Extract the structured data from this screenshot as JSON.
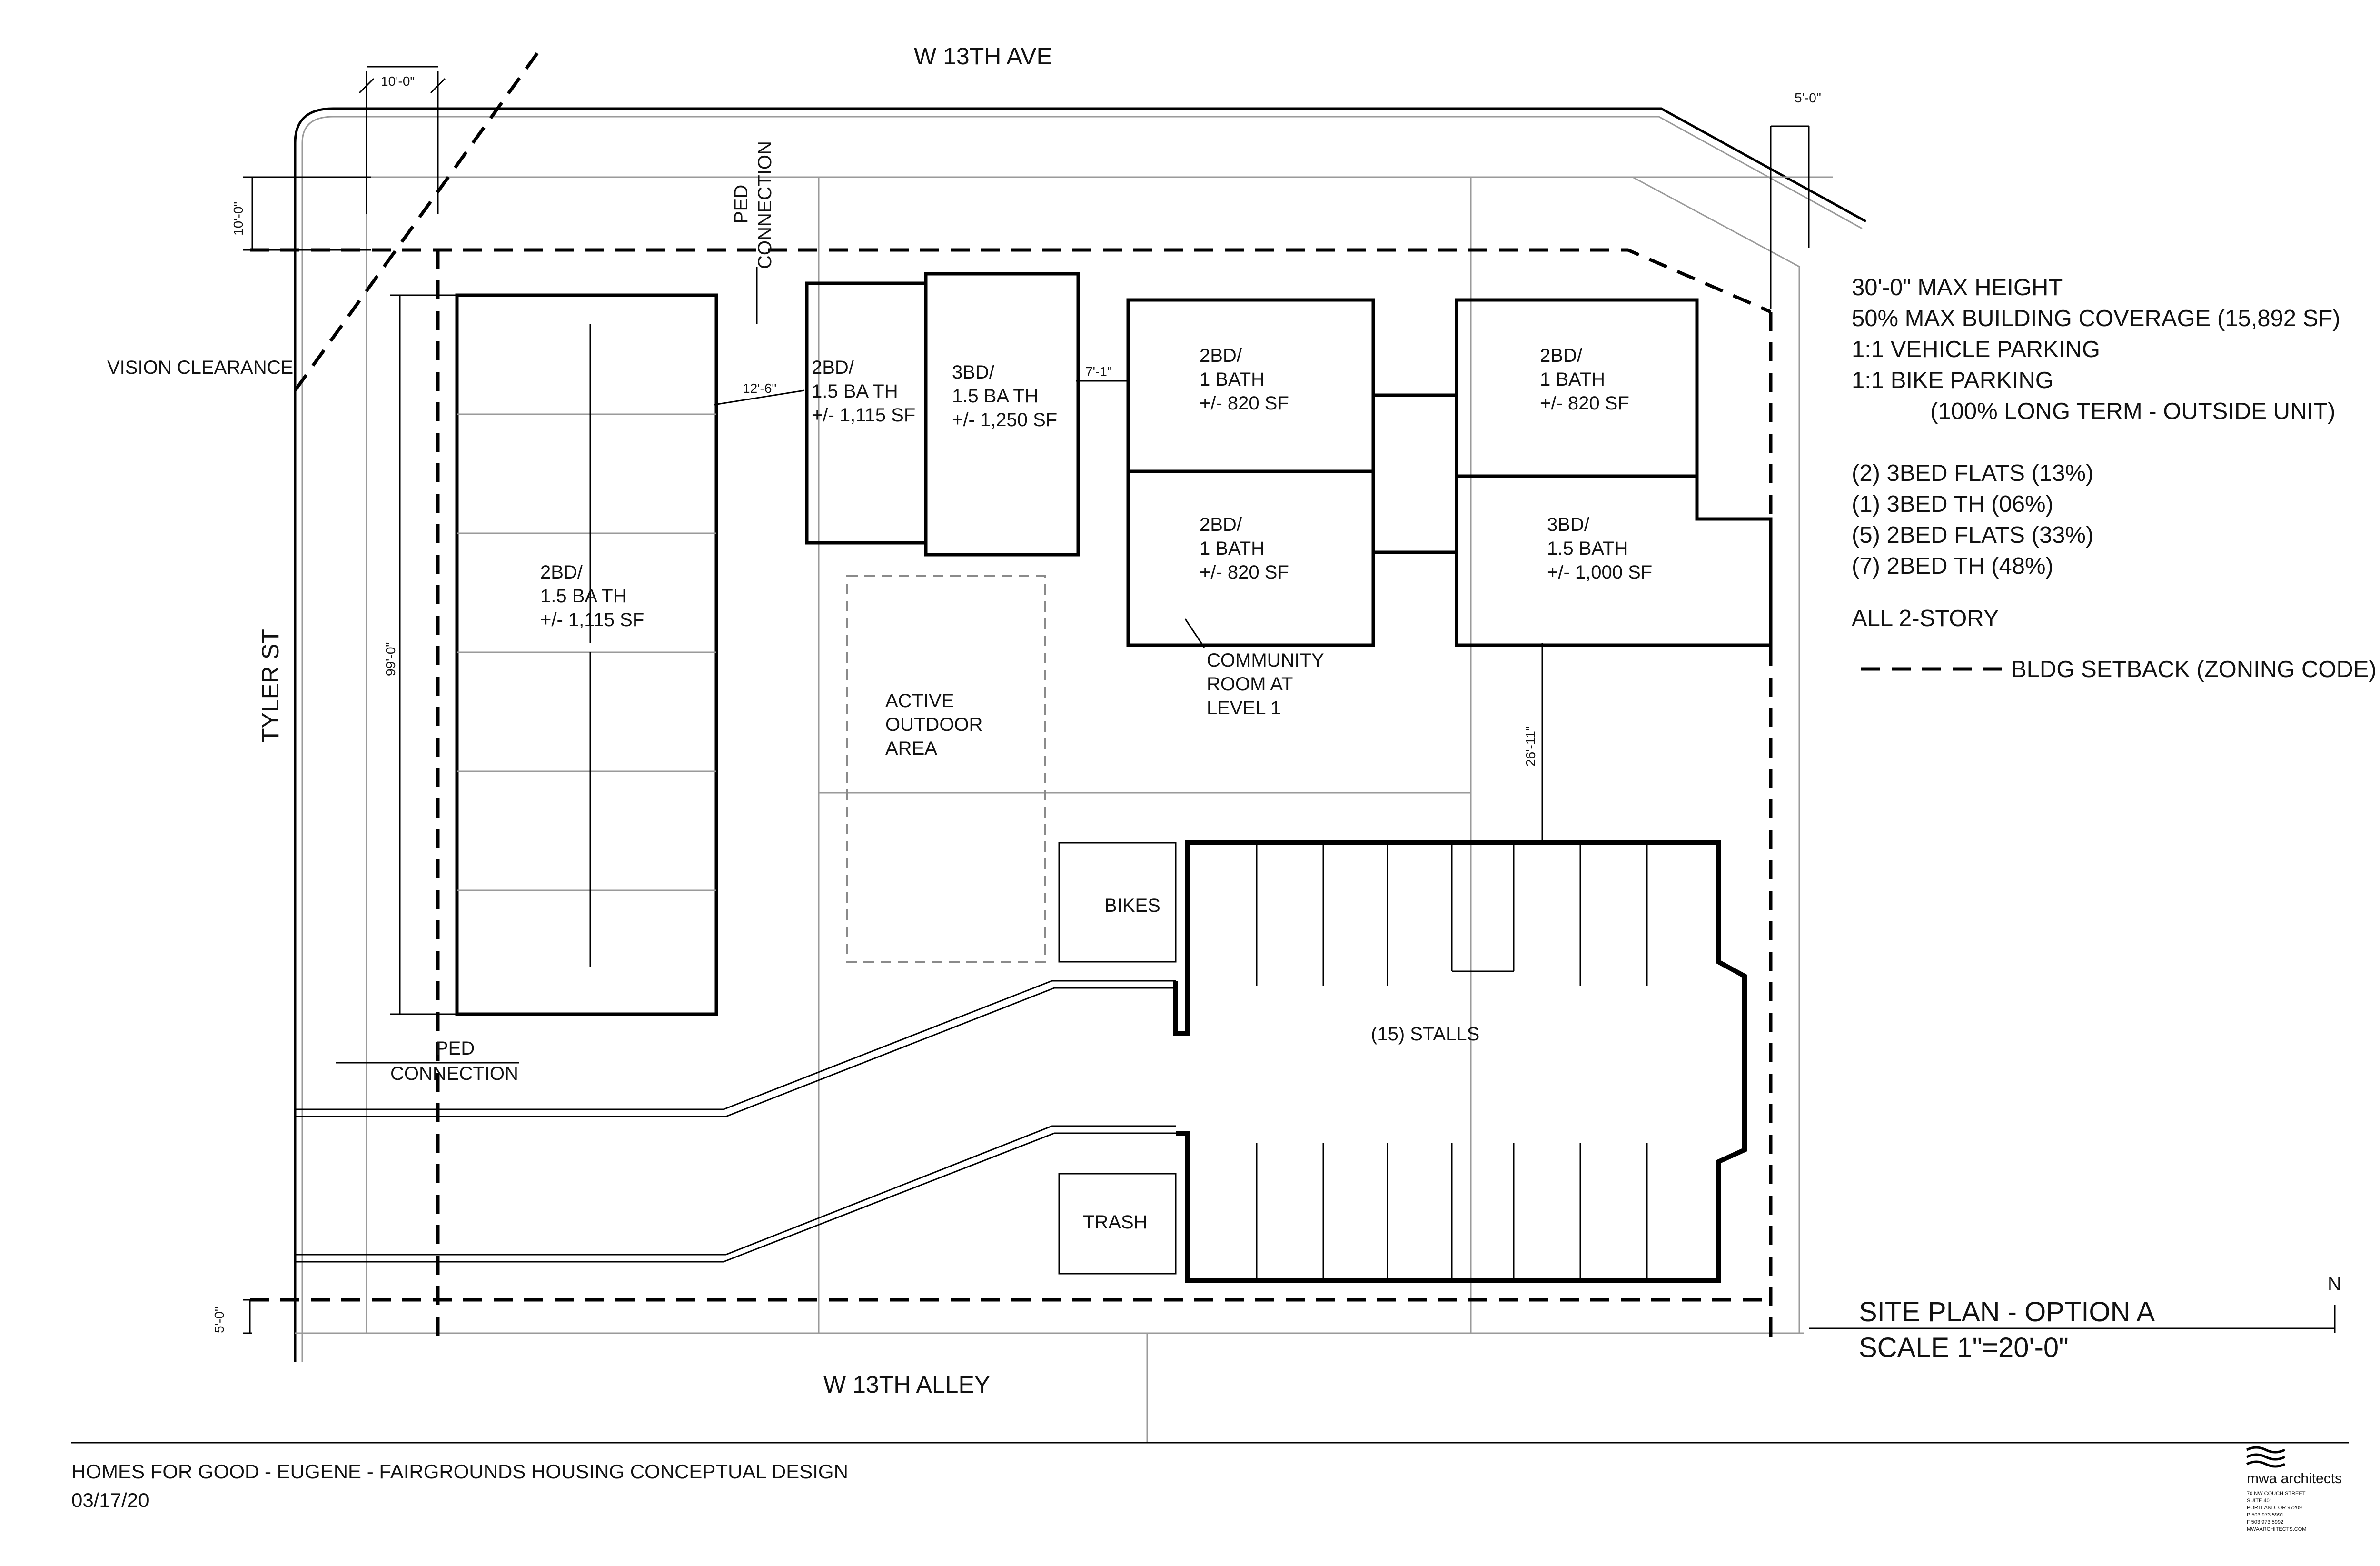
{
  "streets": {
    "north": "W 13TH AVE",
    "west": "TYLER ST",
    "south": "W 13TH ALLEY"
  },
  "labels": {
    "vision_clearance": "VISION CLEARANCE",
    "ped_top_1": "PED",
    "ped_top_2": "CONNECTION",
    "ped_left_1": "PED",
    "ped_left_2": "CONNECTION",
    "townhouse": [
      "2BD/",
      "1.5 BA TH",
      "+/- 1,115 SF"
    ],
    "unit_a": [
      "2BD/",
      "1.5 BA TH",
      "+/- 1,115 SF"
    ],
    "unit_b": [
      "3BD/",
      "1.5 BA TH",
      "+/- 1,250 SF"
    ],
    "unit_c": [
      "2BD/",
      "1 BATH",
      "+/- 820 SF"
    ],
    "unit_d": [
      "2BD/",
      "1 BATH",
      "+/- 820 SF"
    ],
    "unit_e": [
      "2BD/",
      "1 BATH",
      "+/- 820 SF"
    ],
    "unit_f": [
      "3BD/",
      "1.5 BATH",
      "+/- 1,000 SF"
    ],
    "community": [
      "COMMUNITY",
      "ROOM AT",
      "LEVEL 1"
    ],
    "active": [
      "ACTIVE",
      "OUTDOOR",
      "AREA"
    ],
    "bikes": "BIKES",
    "trash": "TRASH",
    "stalls": "(15) STALLS"
  },
  "dimensions": {
    "top_10": "10'-0\"",
    "left_10": "10'-0\"",
    "right_5": "5'-0\"",
    "bottom_5": "5'-0\"",
    "d_99": "99'-0\"",
    "d_12_6": "12'-6\"",
    "d_7_1": "7'-1\"",
    "d_26_11": "26'-11\""
  },
  "notes": {
    "lines": [
      "30'-0\" MAX HEIGHT",
      "50% MAX BUILDING COVERAGE (15,892 SF)",
      "1:1 VEHICLE PARKING",
      "1:1 BIKE PARKING",
      "(100% LONG TERM - OUTSIDE UNIT)"
    ],
    "mix": [
      "(2) 3BED FLATS  (13%)",
      "(1) 3BED TH (06%)",
      "(5) 2BED FLATS  (33%)",
      "(7) 2BED TH (48%)"
    ],
    "story": "ALL 2-STORY",
    "setback_legend": "BLDG SETBACK (ZONING CODE)"
  },
  "title_block": {
    "site_plan": "SITE PLAN - OPTION A",
    "scale": "SCALE 1\"=20'-0\"",
    "north": "N",
    "project": "HOMES FOR GOOD - EUGENE - FAIRGROUNDS HOUSING CONCEPTUAL  DESIGN",
    "date": "03/17/20",
    "firm": "mwa architects",
    "firm_address": [
      "70 NW COUCH STREET",
      "SUITE 401",
      "PORTLAND, OR 97209",
      "P 503 973 5991",
      "F 503 973 5992",
      "MWAARCHITECTS.COM"
    ]
  }
}
